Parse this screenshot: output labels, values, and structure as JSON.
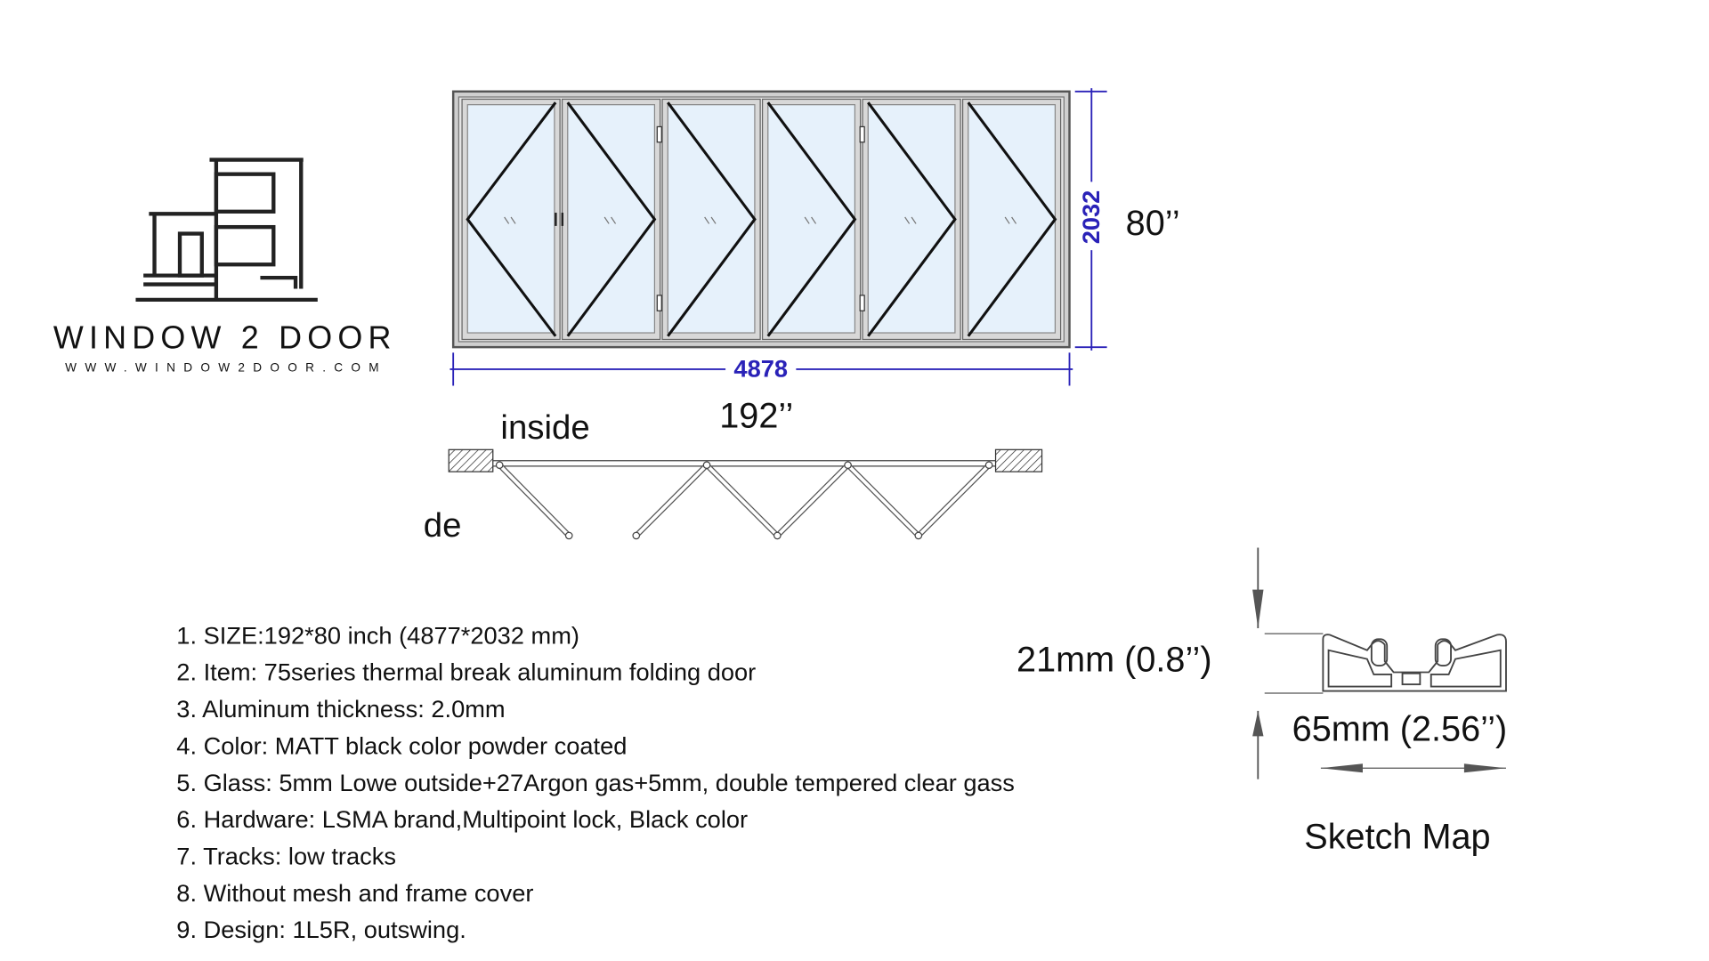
{
  "logo": {
    "name": "WINDOW 2 DOOR",
    "url": "WWW.WINDOW2DOOR.COM"
  },
  "elevation": {
    "height_mm": "2032",
    "width_mm": "4878",
    "height_in": "80’’",
    "width_in": "192’’",
    "panel_count": 6
  },
  "plan": {
    "inside_label": "inside",
    "outside_label": "de"
  },
  "specs": [
    "1. SIZE:192*80 inch (4877*2032 mm)",
    "2. Item: 75series thermal break aluminum folding door",
    "3. Aluminum thickness: 2.0mm",
    "4. Color: MATT black color powder coated",
    "5. Glass: 5mm Lowe outside+27Argon gas+5mm, double tempered clear gass",
    "6. Hardware: LSMA brand,Multipoint lock, Black color",
    "7. Tracks: low tracks",
    "8. Without mesh and frame cover",
    "9. Design: 1L5R, outswing."
  ],
  "profile": {
    "height_label": "21mm (0.8’’)",
    "width_label": "65mm (2.56’’)",
    "title": "Sketch Map"
  },
  "colors": {
    "dimension": "#2a22b8",
    "glass": "#e6f1fb",
    "frame": "#d8d8d8"
  }
}
